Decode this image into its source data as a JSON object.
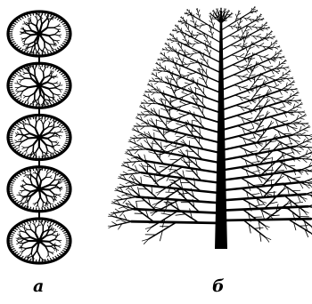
{
  "figure": {
    "panel_a": {
      "label": "а",
      "disc_count": 5
    },
    "panel_b": {
      "label": "б"
    },
    "colors": {
      "ink": "#000000",
      "background": "#ffffff"
    }
  }
}
